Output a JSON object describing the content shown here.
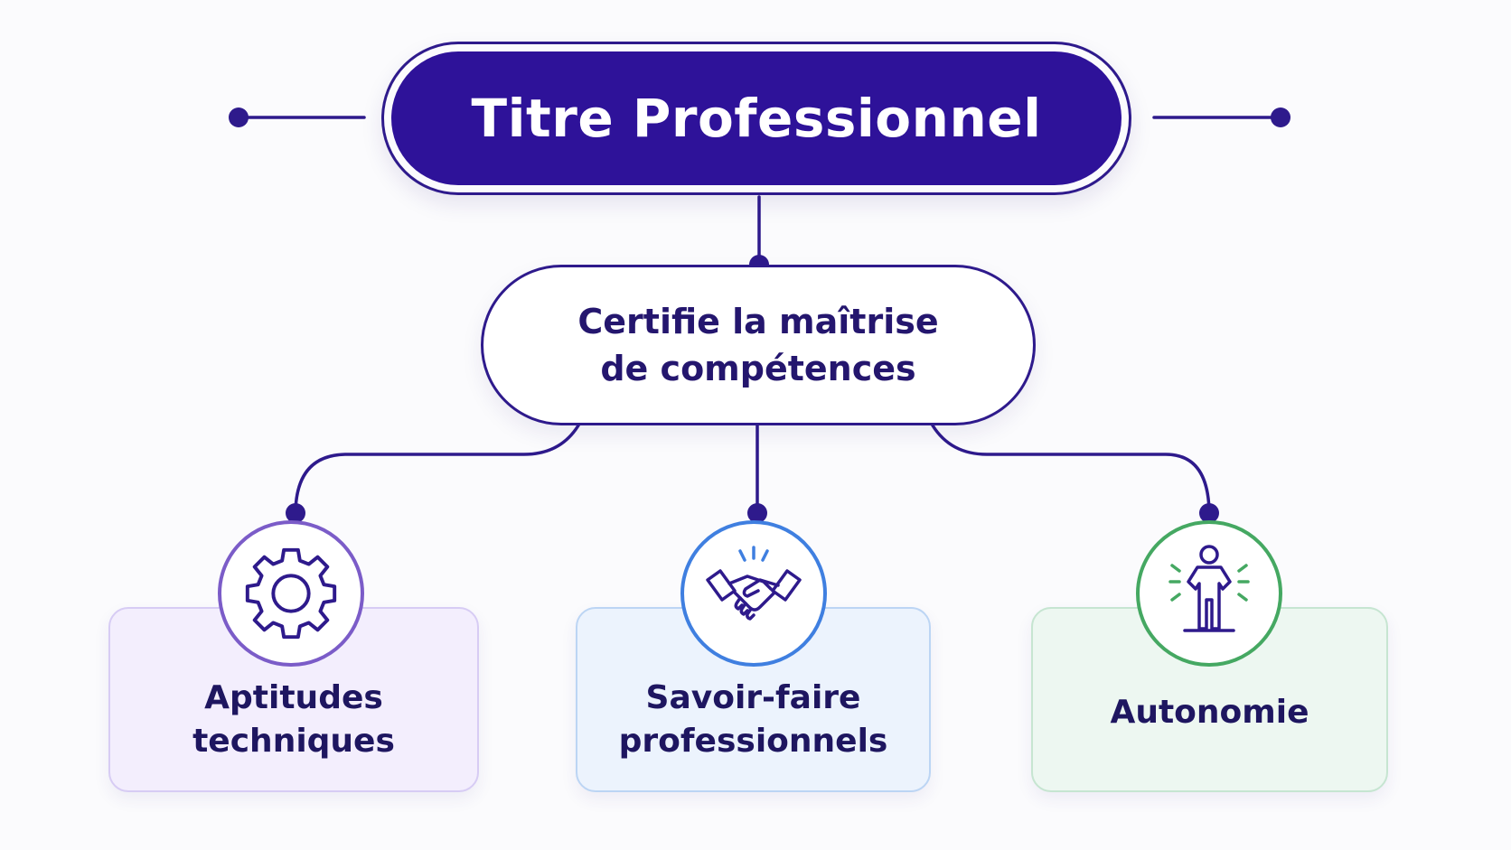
{
  "title": "Titre Professionnel",
  "certification": {
    "line1": "Certifie la maîtrise",
    "line2": "de compétences"
  },
  "competences": [
    {
      "line1": "Aptitudes",
      "line2": "techniques",
      "icon": "gear-icon",
      "color": "#7b5cc8"
    },
    {
      "line1": "Savoir-faire",
      "line2": "professionnels",
      "icon": "handshake-icon",
      "color": "#3f7fe0"
    },
    {
      "line1": "Autonomie",
      "line2": "",
      "icon": "standing-person-icon",
      "color": "#45a862"
    }
  ],
  "colors": {
    "primary": "#2e1299",
    "connector": "#2e1a8c",
    "text": "#24166e"
  }
}
